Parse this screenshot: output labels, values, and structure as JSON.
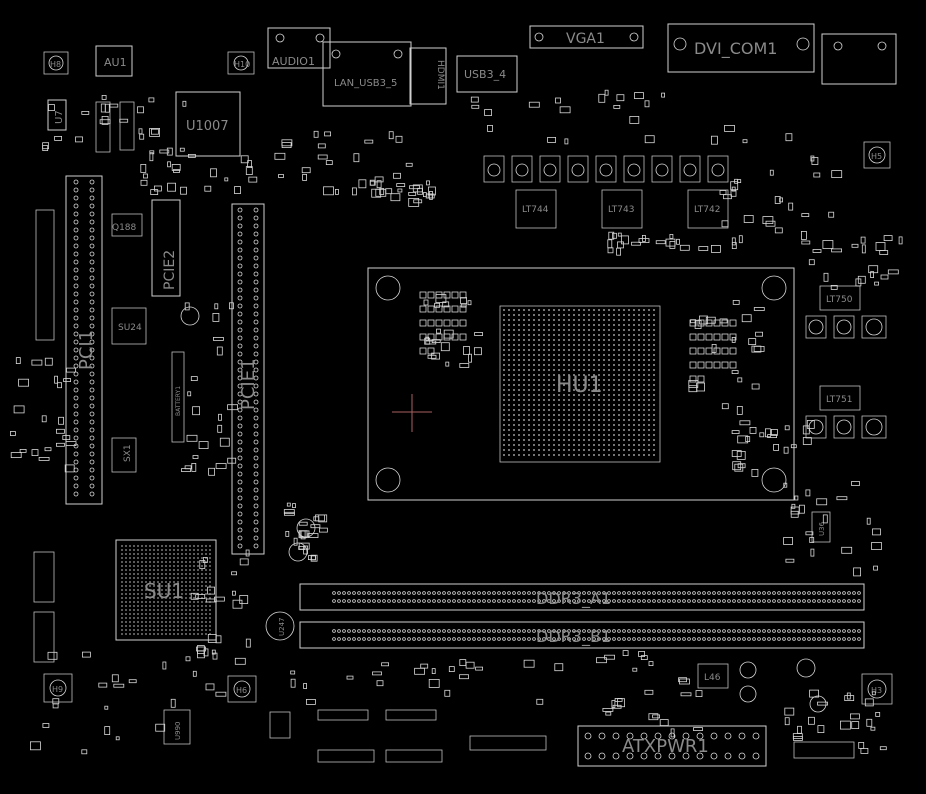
{
  "colors": {
    "background": "#000000",
    "silkscreen": "#cfcfcf",
    "label": "#8a8a8a",
    "marker": "#a86060",
    "via": "#3aa6a6"
  },
  "labels": {
    "vga": "VGA1",
    "dvi": "DVI_COM1",
    "audio": "AUDIO1",
    "lan_usb": "LAN_USB3_5",
    "hdmi": "HDMI1",
    "usb": "USB3_4",
    "au1": "AU1",
    "u7": "U7",
    "u1007": "U1007",
    "h8": "H8",
    "h10": "H10",
    "h5": "H5",
    "h9": "H9",
    "h6": "H6",
    "h3": "H3",
    "pci1": "PCI1",
    "pcie2": "PCIE2",
    "pcie1": "PCIE1",
    "q188": "Q188",
    "su24": "SU24",
    "sx1": "SX1",
    "battery": "BATTERY1",
    "lt744": "LT744",
    "lt743": "LT743",
    "lt742": "LT742",
    "lt750": "LT750",
    "lt751": "LT751",
    "hu1": "HU1",
    "su1": "SU1",
    "ddr_a": "DDR3_A1",
    "ddr_b": "DDR3_B1",
    "atx": "ATXPWR1",
    "l46": "L46",
    "u36": "U36",
    "u990": "U990",
    "u247": "U247"
  }
}
